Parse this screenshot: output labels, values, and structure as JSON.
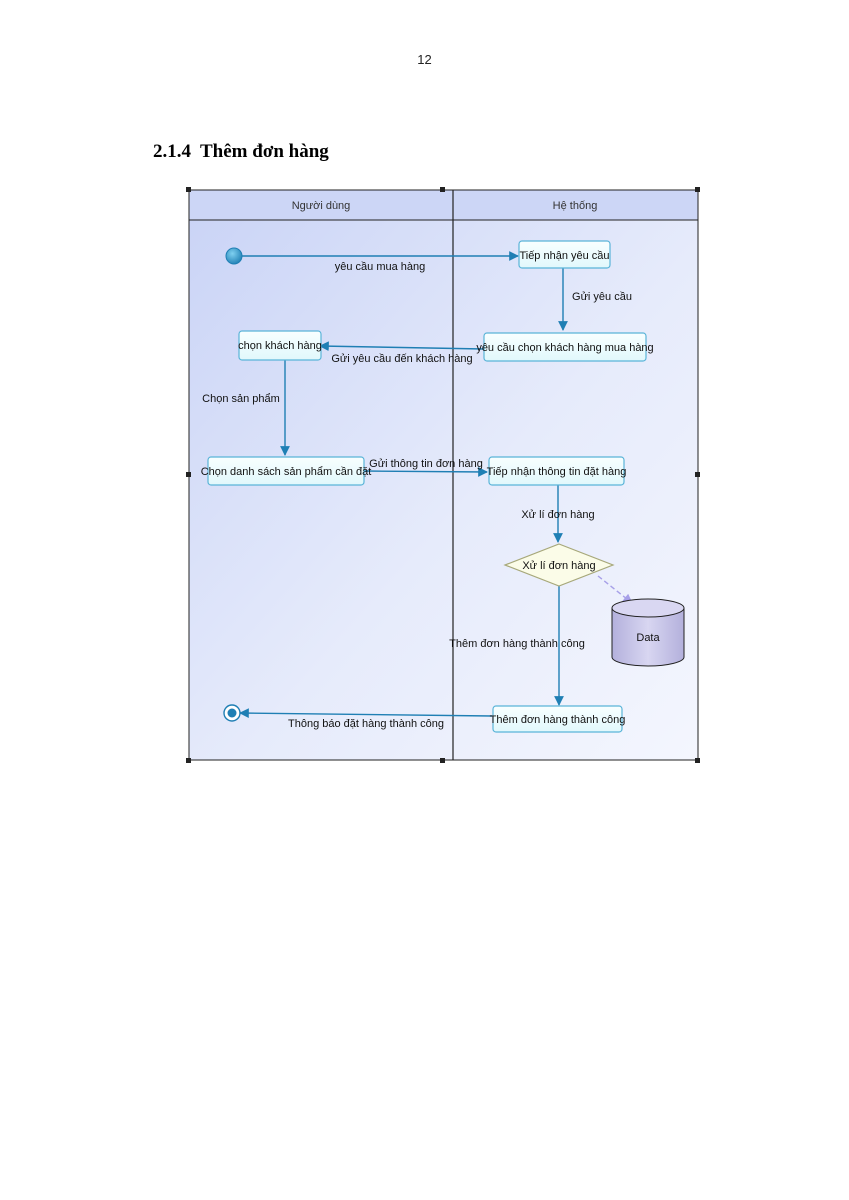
{
  "page": {
    "number": "12"
  },
  "section": {
    "number": "2.1.4",
    "title": "Thêm đơn hàng"
  },
  "diagram": {
    "lanes": {
      "user": "Người dùng",
      "system": "Hệ thống"
    },
    "nodes": {
      "receive_request": "Tiếp nhận yêu cầu",
      "request_choose_customer": "yêu cầu chọn khách hàng mua hàng",
      "choose_customer": "chọn khách hàng",
      "choose_product_list": "Chọn danh sách sản phẩm cần đặt",
      "receive_order_info": "Tiếp nhận thông tin đặt hàng",
      "decision": "Xử lí đơn hàng",
      "datastore": "Data",
      "add_order_success": "Thêm đơn hàng thành công"
    },
    "edges": {
      "buy_request": "yêu cầu mua hàng",
      "send_request": "Gửi yêu cầu",
      "send_request_to_customer": "Gửi yêu cầu đến khách hàng",
      "choose_product": "Chọn sản phẩm",
      "send_order_info": "Gửi thông tin đơn hàng",
      "process_order": "Xử lí đơn hàng",
      "add_success": "Thêm đơn hàng thành công",
      "notify_success": "Thông báo đặt hàng thành công"
    }
  },
  "colors": {
    "arrow": "#1f7fb4",
    "node_fill": "#eefefe",
    "node_stroke": "#5ab4d8",
    "lane_fill": "#dfe6fb",
    "lane_header": "#ccd6f6",
    "datastore": "#c6c3e5",
    "decision_stroke": "#a7a87a"
  }
}
